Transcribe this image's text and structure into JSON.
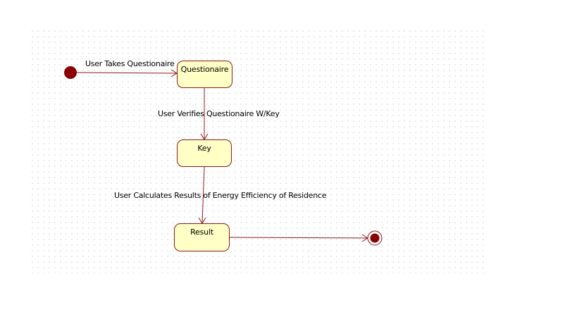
{
  "states": {
    "questionaire": "Questionaire",
    "key": "Key",
    "result": "Result"
  },
  "transitions": {
    "takes": "User Takes Questionaire",
    "verifies": "User Verifies Questionaire W/Key",
    "calculates": "User Calculates Results of Energy Efficiency of Residence"
  },
  "colors": {
    "state_fill": "#ffffc6",
    "line": "#8b1a1a",
    "node": "#8b0000"
  }
}
